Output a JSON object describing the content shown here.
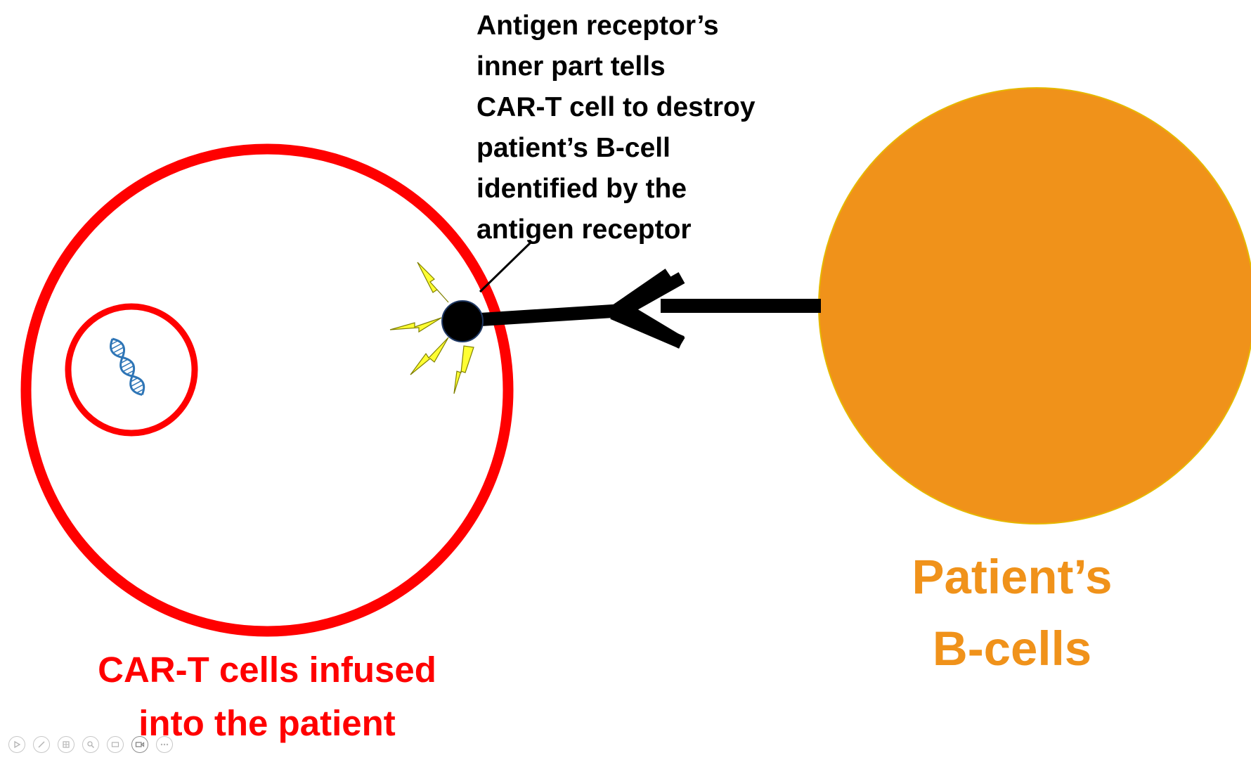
{
  "annotation": {
    "lines": [
      "Antigen receptor’s",
      "inner part tells",
      "CAR-T cell to destroy",
      "patient’s B-cell",
      "identified by the",
      "antigen receptor"
    ]
  },
  "cart_label": {
    "lines": [
      "CAR-T cells infused",
      "into the patient"
    ]
  },
  "bcell_label": {
    "lines": [
      "Patient’s",
      "B-cells"
    ]
  },
  "colors": {
    "cart_cell": "#ff0000",
    "bcell_fill": "#f0921a",
    "bcell_border": "#e6b800",
    "receptor": "#000000",
    "lightning": "#ffff33",
    "dna": "#2e75b6"
  },
  "icons": {
    "dna": "dna-helix-icon",
    "lightning": "lightning-bolt-icon"
  },
  "slideshow_toolbar": {
    "buttons": [
      "play-icon",
      "pen-icon",
      "slides-grid-icon",
      "zoom-icon",
      "subtitles-icon",
      "camera-icon",
      "more-icon"
    ]
  }
}
